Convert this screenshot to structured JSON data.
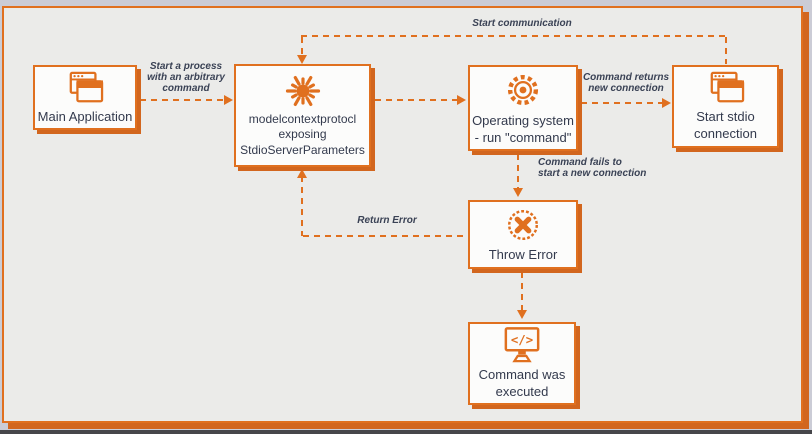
{
  "colors": {
    "accent": "#E0701F",
    "accent_shadow": "#D2661E",
    "panel_background": "#EBEBE9",
    "box_background": "#FCFCFB",
    "text": "#333A4D"
  },
  "nodes": {
    "main_application": {
      "icon": "windows-icon",
      "lines": [
        "Main Application"
      ]
    },
    "mcp": {
      "icon": "starburst-icon",
      "lines": [
        "modelcontextprotocl",
        "exposing",
        "StdioServerParameters"
      ]
    },
    "operating_system": {
      "icon": "gear-icon",
      "lines": [
        "Operating system",
        "- run \"command\""
      ]
    },
    "stdio_connection": {
      "icon": "windows-icon",
      "lines": [
        "Start stdio",
        "connection"
      ]
    },
    "throw_error": {
      "icon": "error-icon",
      "lines": [
        "Throw Error"
      ]
    },
    "command_executed": {
      "icon": "monitor-code-icon",
      "lines": [
        "Command was",
        "executed"
      ]
    }
  },
  "edge_labels": {
    "start_process": [
      "Start a process",
      "with an arbitrary",
      "command"
    ],
    "start_communication": [
      "Start communication"
    ],
    "command_returns": [
      "Command returns",
      "new connection"
    ],
    "command_fails": [
      "Command fails to",
      "start a new connection"
    ],
    "return_error": [
      "Return Error"
    ]
  }
}
